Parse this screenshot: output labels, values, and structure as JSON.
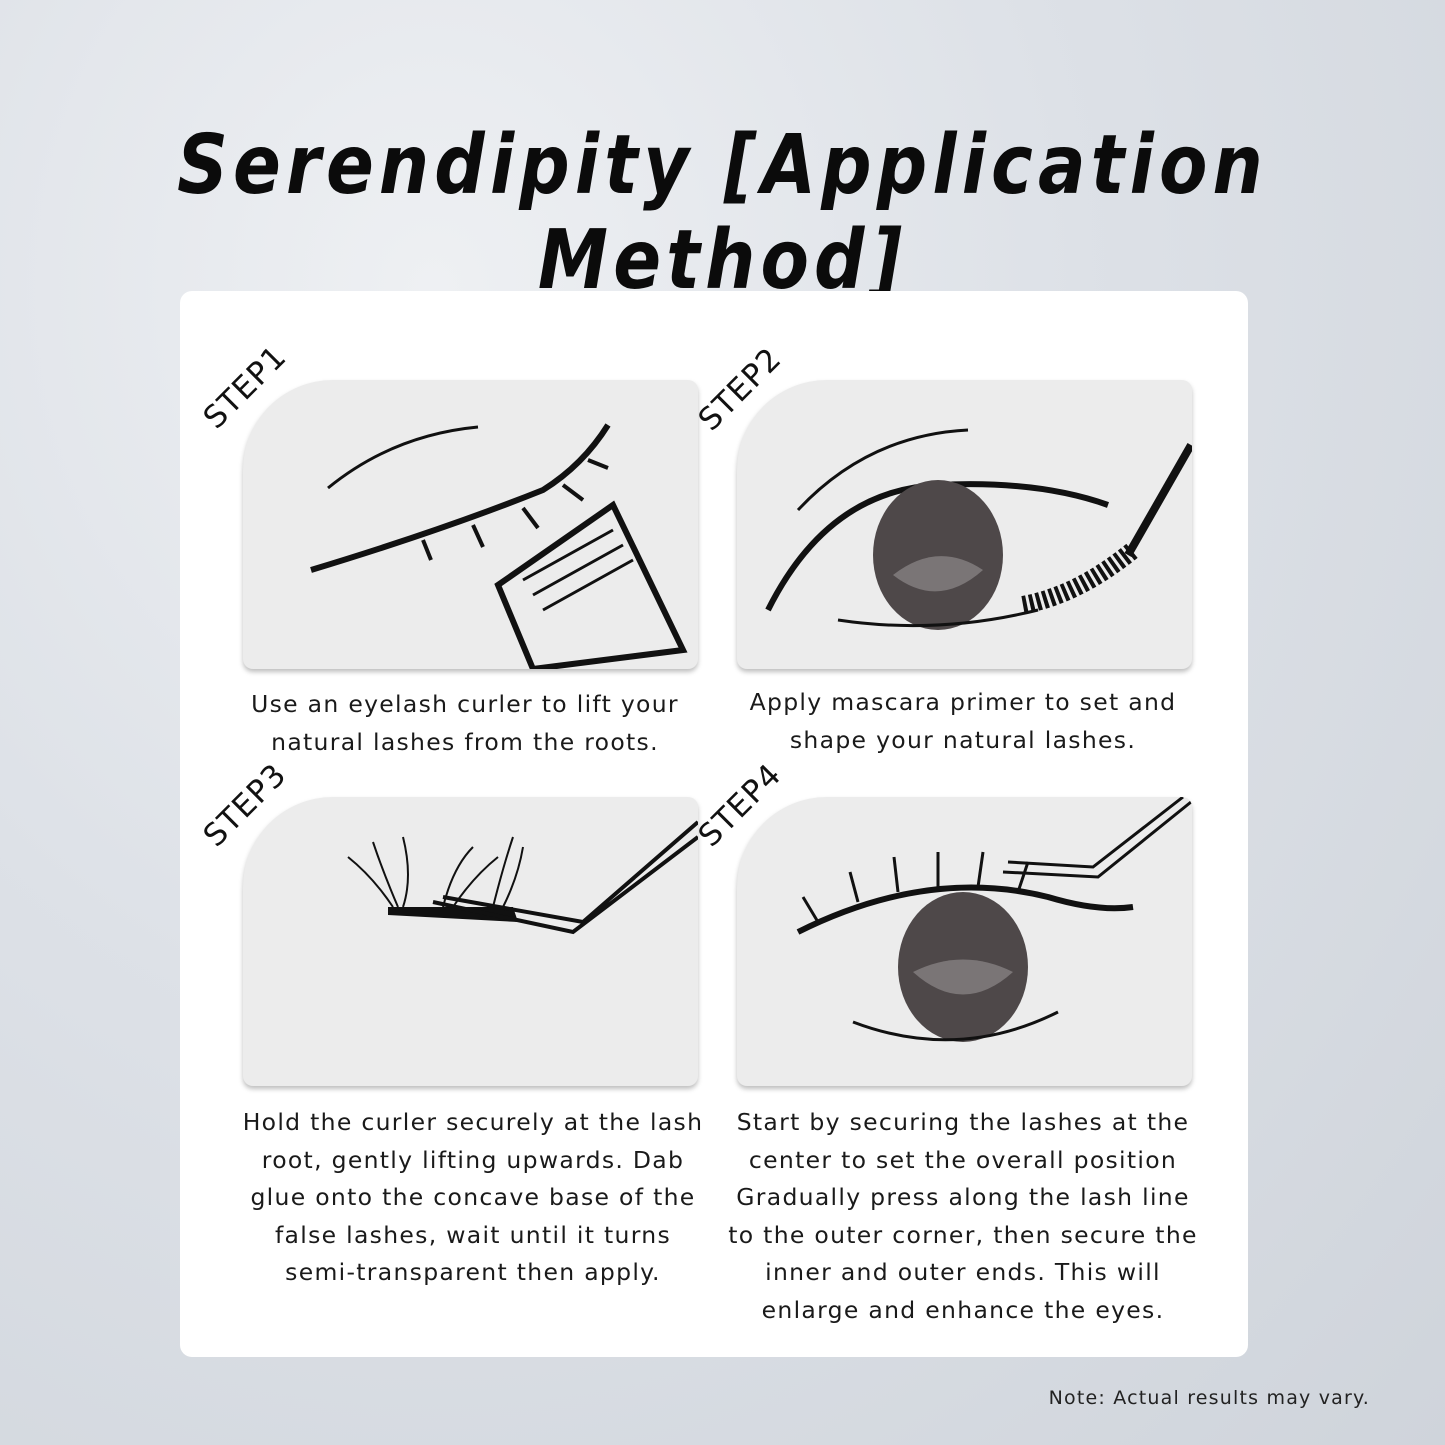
{
  "title": "Serendipity [Application  Method]",
  "steps": [
    {
      "label": "STEP1",
      "caption": "Use an eyelash curler to lift your natural lashes from the roots."
    },
    {
      "label": "STEP2",
      "caption": "Apply mascara primer to set and shape your natural lashes."
    },
    {
      "label": "STEP3",
      "caption": "Hold the curler securely at the lash root, gently lifting upwards. Dab glue onto the concave base of the false lashes, wait until it turns semi-transparent then apply."
    },
    {
      "label": "STEP4",
      "caption": "Start by securing the lashes at the center to set the overall position Gradually press along the lash line to the outer corner, then secure the inner and outer ends. This will enlarge and enhance the eyes."
    }
  ],
  "note": "Note: Actual results may vary."
}
